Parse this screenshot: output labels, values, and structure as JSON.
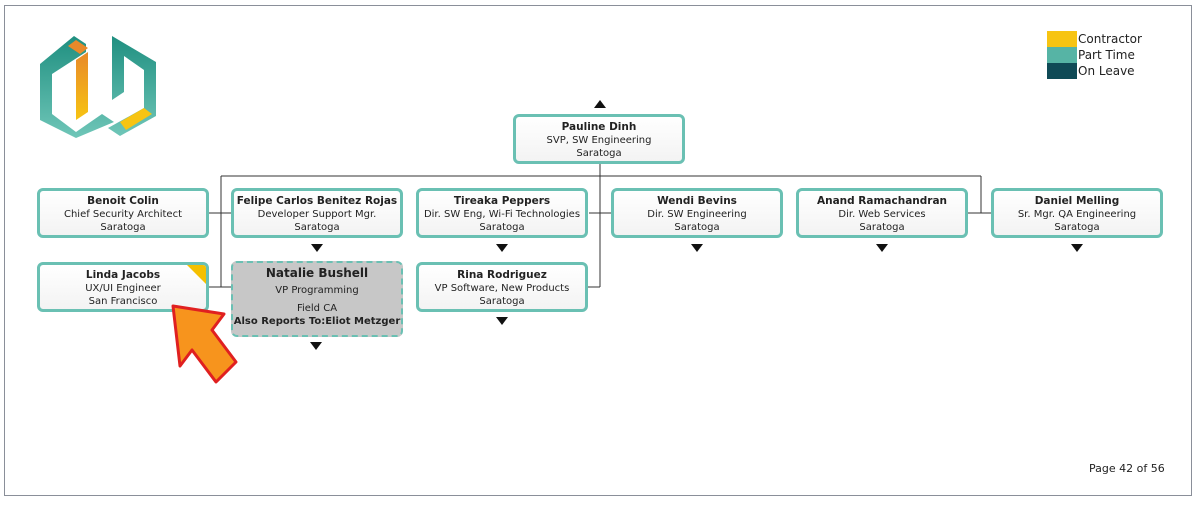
{
  "legend": [
    {
      "label": "Contractor",
      "color": "#f7c412"
    },
    {
      "label": "Part Time",
      "color": "#56b4a5"
    },
    {
      "label": "On Leave",
      "color": "#0f4a56"
    }
  ],
  "nodes": {
    "pauline": {
      "name": "Pauline Dinh",
      "title": "SVP, SW Engineering",
      "location": "Saratoga"
    },
    "benoit": {
      "name": "Benoit Colin",
      "title": "Chief Security Architect",
      "location": "Saratoga"
    },
    "felipe": {
      "name": "Felipe Carlos Benitez Rojas",
      "title": "Developer Support Mgr.",
      "location": "Saratoga"
    },
    "tireaka": {
      "name": "Tireaka Peppers",
      "title": "Dir. SW Eng, Wi-Fi Technologies",
      "location": "Saratoga"
    },
    "wendi": {
      "name": "Wendi Bevins",
      "title": "Dir. SW Engineering",
      "location": "Saratoga"
    },
    "anand": {
      "name": "Anand Ramachandran",
      "title": "Dir. Web Services",
      "location": "Saratoga"
    },
    "daniel": {
      "name": "Daniel Melling",
      "title": "Sr. Mgr. QA Engineering",
      "location": "Saratoga"
    },
    "linda": {
      "name": "Linda Jacobs",
      "title": "UX/UI Engineer",
      "location": "San Francisco"
    },
    "natalie": {
      "name": "Natalie Bushell",
      "title": "VP Programming",
      "location": "Field CA",
      "also_reports": "Also Reports To:Eliot Metzger"
    },
    "rina": {
      "name": "Rina Rodriguez",
      "title": "VP Software, New Products",
      "location": "Saratoga"
    }
  },
  "footer": {
    "page": "Page 42 of 56"
  },
  "colors": {
    "node_border": "#6ac0b3",
    "logo_orange": "#f0a22a",
    "logo_teal": "#3aa596",
    "callout_arrow": "#f7941d"
  }
}
